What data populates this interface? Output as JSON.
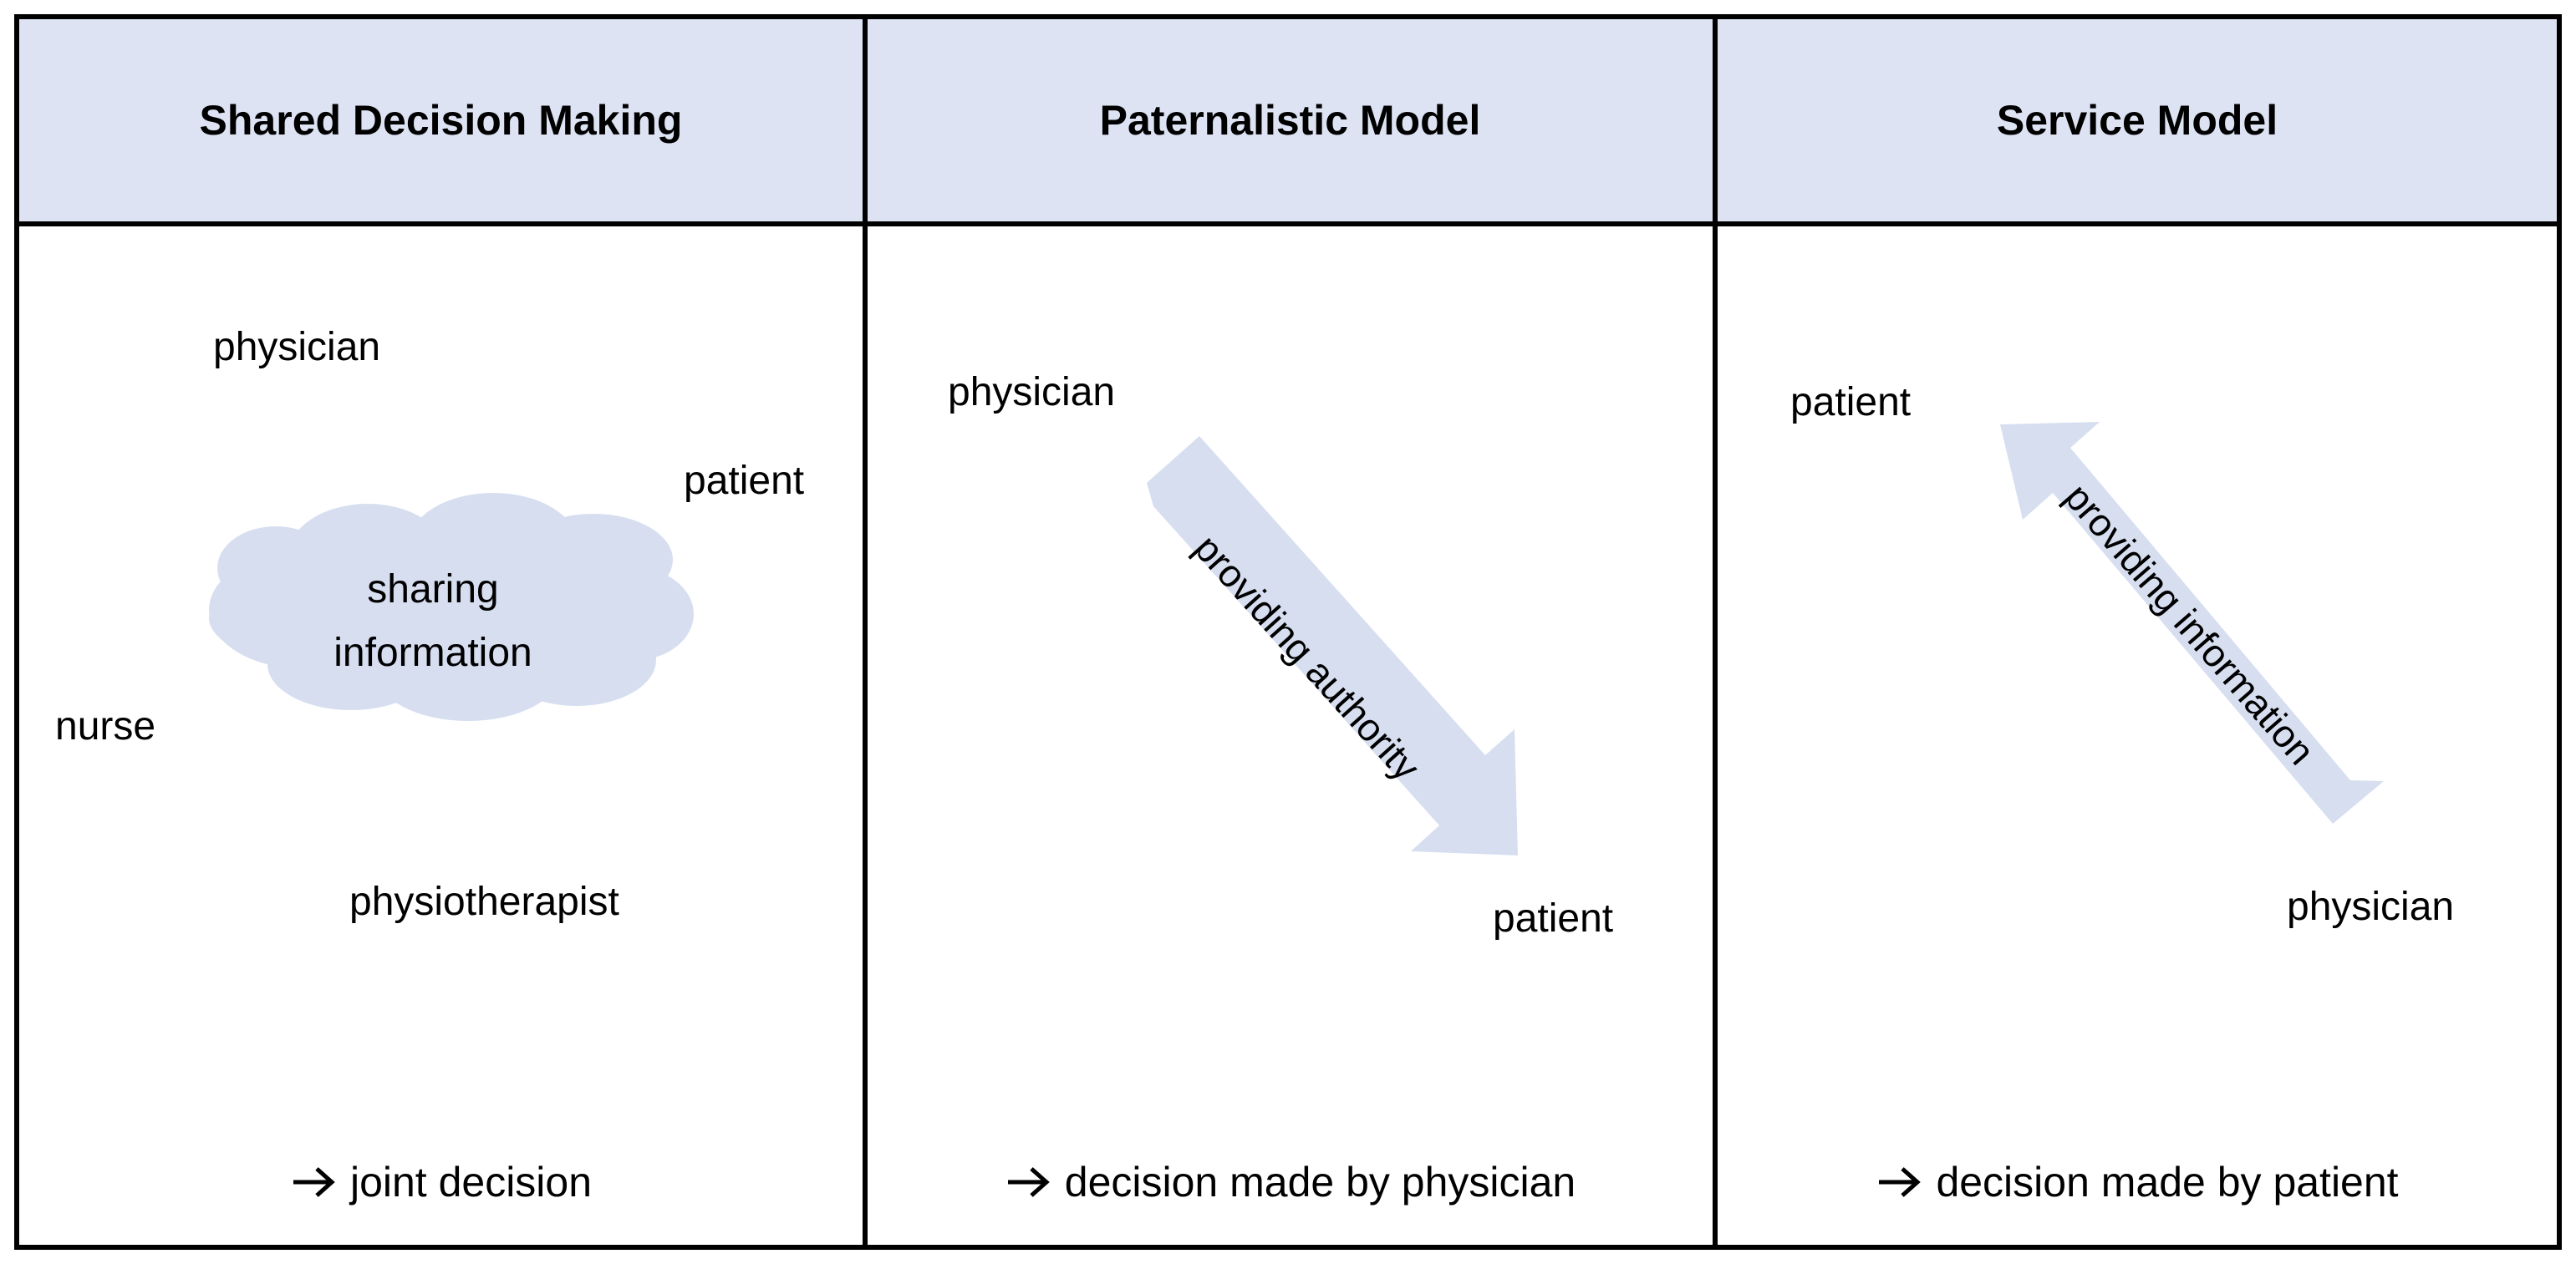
{
  "colors": {
    "header_fill": "#dde3f3",
    "shape_fill": "#d6def0",
    "border": "#000000",
    "text": "#000000"
  },
  "columns": [
    {
      "header": "Shared Decision Making",
      "actors": {
        "physician": "physician",
        "patient": "patient",
        "nurse": "nurse",
        "physiotherapist": "physiotherapist"
      },
      "cloud_line1": "sharing",
      "cloud_line2": "information",
      "conclusion": "joint decision"
    },
    {
      "header": "Paternalistic Model",
      "actors": {
        "physician": "physician",
        "patient": "patient"
      },
      "arrow_label": "providing authority",
      "conclusion": "decision made by physician"
    },
    {
      "header": "Service Model",
      "actors": {
        "patient": "patient",
        "physician": "physician"
      },
      "arrow_label": "providing information",
      "conclusion": "decision made by patient"
    }
  ],
  "conclusion_icon": "right-arrow-icon"
}
